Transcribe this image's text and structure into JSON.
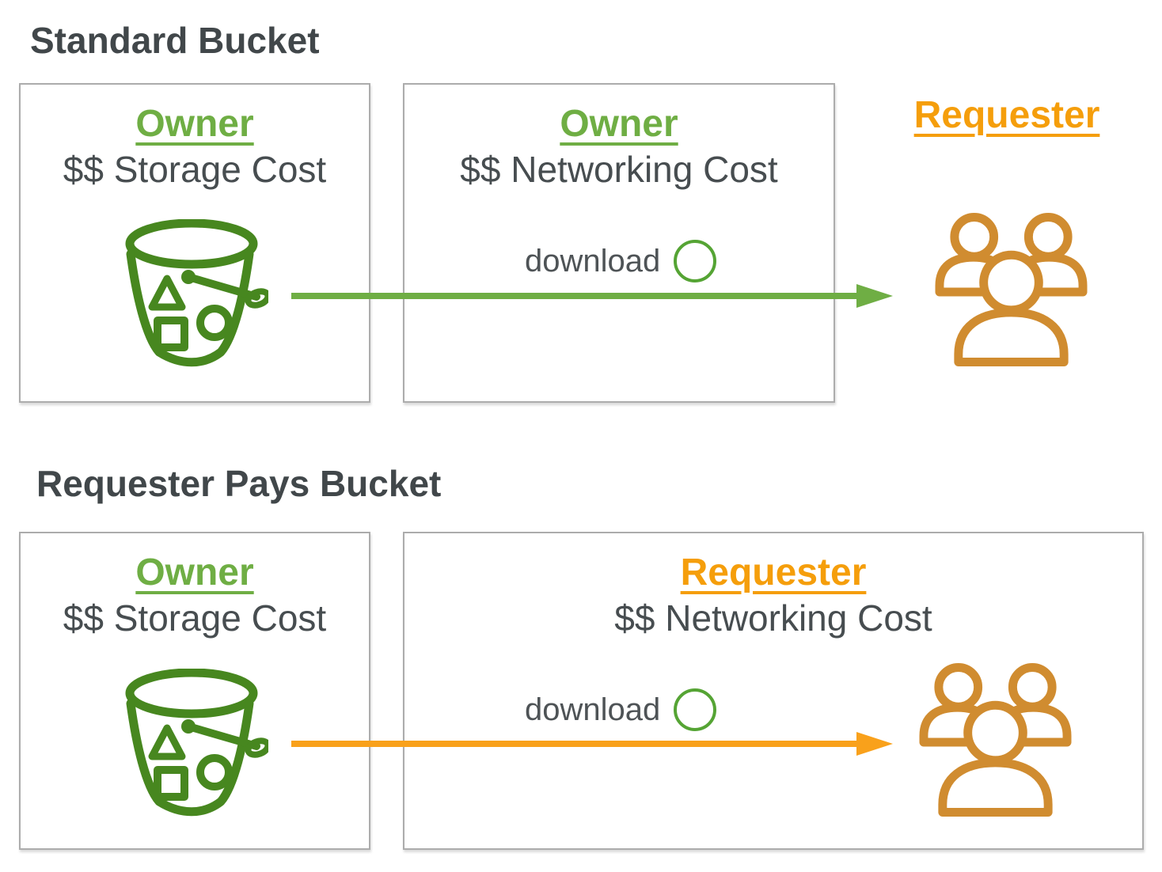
{
  "colors": {
    "title_text": "#41474A",
    "body_text": "#474D50",
    "download_text": "#4E5356",
    "owner_green": "#6FAE44",
    "bucket_green": "#47871F",
    "circle_green": "#55A434",
    "requester_orange": "#F59E0B",
    "people_orange": "#D08C30",
    "arrow_green": "#6FAE44",
    "arrow_orange": "#F9A11B",
    "box_border": "#ACACAC"
  },
  "sections": [
    {
      "title": "Standard Bucket",
      "owner_box": {
        "role": "Owner",
        "cost": "$$ Storage Cost",
        "icon": "s3-bucket-icon"
      },
      "network_box": {
        "role": "Owner",
        "cost": "$$ Networking Cost",
        "download_label": "download",
        "download_icon": "download-circle-icon"
      },
      "requester_label": "Requester",
      "requester_icon": "users-icon",
      "arrow_color": "#6FAE44"
    },
    {
      "title": "Requester Pays Bucket",
      "owner_box": {
        "role": "Owner",
        "cost": "$$ Storage Cost",
        "icon": "s3-bucket-icon"
      },
      "network_box": {
        "role": "Requester",
        "cost": "$$ Networking Cost",
        "download_label": "download",
        "download_icon": "download-circle-icon"
      },
      "requester_icon": "users-icon",
      "arrow_color": "#F9A11B"
    }
  ]
}
